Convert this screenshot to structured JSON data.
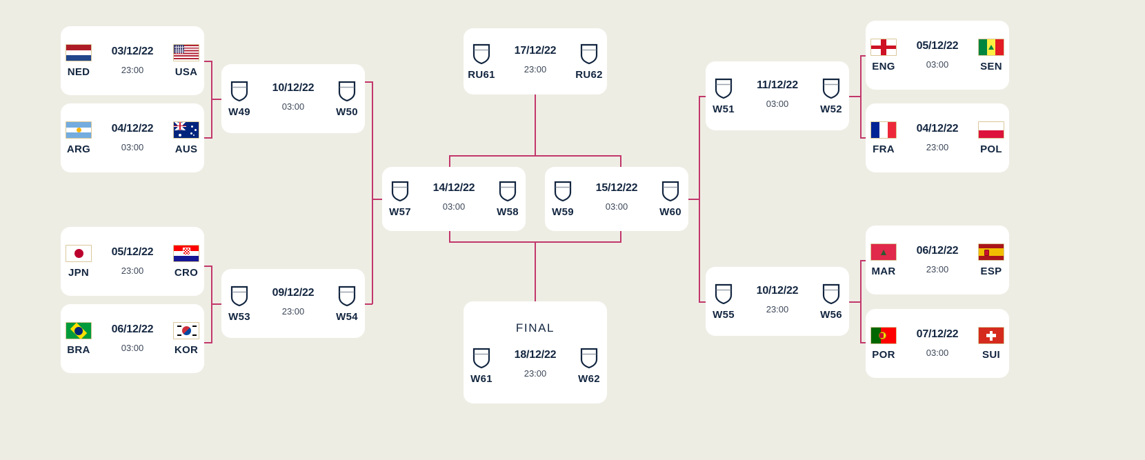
{
  "theme": {
    "background": "#eeede4",
    "card_background": "#ffffff",
    "connector_color": "#c2366b",
    "text_color": "#12253f",
    "time_color": "#3c4758",
    "flag_border": "#d8c79a"
  },
  "labels": {
    "final": "FINAL"
  },
  "matches": {
    "r16_1": {
      "home": "NED",
      "away": "USA",
      "date": "03/12/22",
      "time": "23:00"
    },
    "r16_2": {
      "home": "ARG",
      "away": "AUS",
      "date": "04/12/22",
      "time": "03:00"
    },
    "r16_3": {
      "home": "JPN",
      "away": "CRO",
      "date": "05/12/22",
      "time": "23:00"
    },
    "r16_4": {
      "home": "BRA",
      "away": "KOR",
      "date": "06/12/22",
      "time": "03:00"
    },
    "r16_5": {
      "home": "ENG",
      "away": "SEN",
      "date": "05/12/22",
      "time": "03:00"
    },
    "r16_6": {
      "home": "FRA",
      "away": "POL",
      "date": "04/12/22",
      "time": "23:00"
    },
    "r16_7": {
      "home": "MAR",
      "away": "ESP",
      "date": "06/12/22",
      "time": "23:00"
    },
    "r16_8": {
      "home": "POR",
      "away": "SUI",
      "date": "07/12/22",
      "time": "03:00"
    },
    "qf_left_top": {
      "home": "W49",
      "away": "W50",
      "date": "10/12/22",
      "time": "03:00"
    },
    "qf_left_bottom": {
      "home": "W53",
      "away": "W54",
      "date": "09/12/22",
      "time": "23:00"
    },
    "qf_right_top": {
      "home": "W51",
      "away": "W52",
      "date": "11/12/22",
      "time": "03:00"
    },
    "qf_right_bottom": {
      "home": "W55",
      "away": "W56",
      "date": "10/12/22",
      "time": "23:00"
    },
    "sf_left": {
      "home": "W57",
      "away": "W58",
      "date": "14/12/22",
      "time": "03:00"
    },
    "sf_right": {
      "home": "W59",
      "away": "W60",
      "date": "15/12/22",
      "time": "03:00"
    },
    "third_place": {
      "home": "RU61",
      "away": "RU62",
      "date": "17/12/22",
      "time": "23:00"
    },
    "final": {
      "home": "W61",
      "away": "W62",
      "date": "18/12/22",
      "time": "23:00"
    }
  },
  "flags": {
    "NED": "flag-netherlands",
    "USA": "flag-usa",
    "ARG": "flag-argentina",
    "AUS": "flag-australia",
    "JPN": "flag-japan",
    "CRO": "flag-croatia",
    "BRA": "flag-brazil",
    "KOR": "flag-south-korea",
    "ENG": "flag-england",
    "SEN": "flag-senegal",
    "FRA": "flag-france",
    "POL": "flag-poland",
    "MAR": "flag-morocco",
    "ESP": "flag-spain",
    "POR": "flag-portugal",
    "SUI": "flag-switzerland"
  }
}
